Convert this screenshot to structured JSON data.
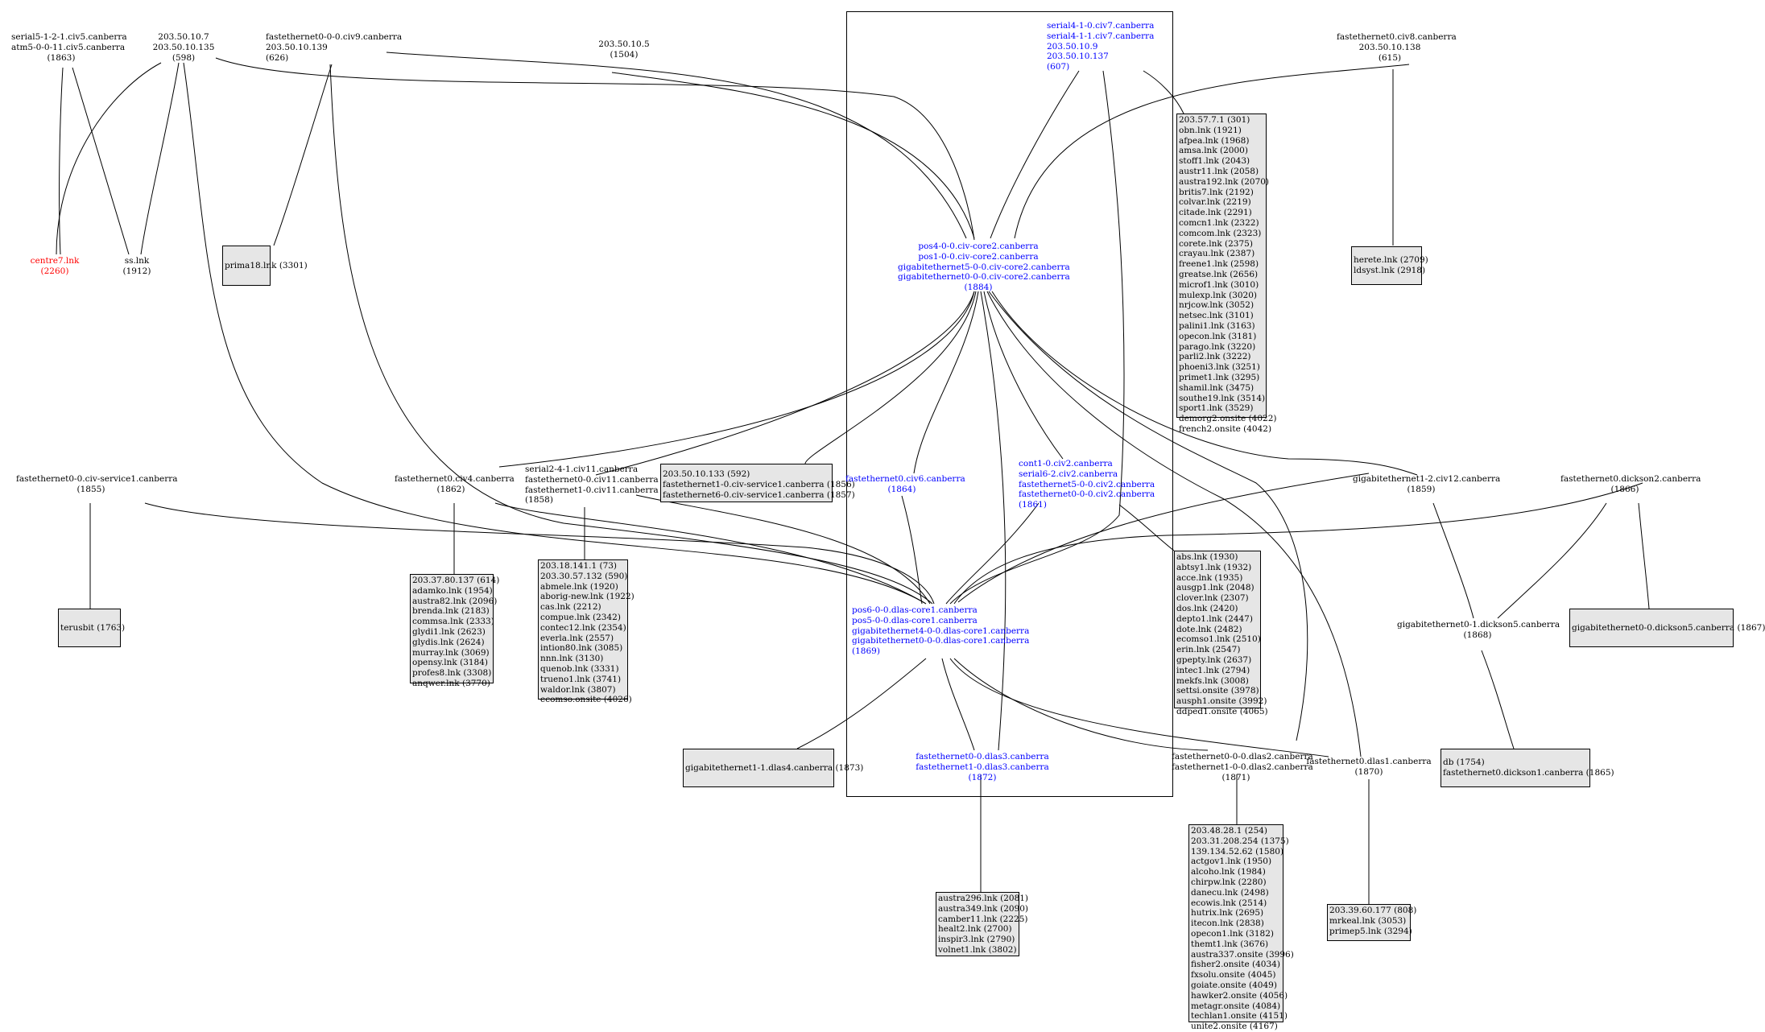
{
  "nodes": {
    "n1863": {
      "lines": [
        "serial5-1-2-1.civ5.canberra",
        "atm5-0-0-11.civ5.canberra",
        "(1863)"
      ]
    },
    "n598": {
      "lines": [
        "203.50.10.7",
        "203.50.10.135",
        "(598)"
      ]
    },
    "n626": {
      "lines": [
        "fastethernet0-0-0.civ9.canberra",
        "203.50.10.139",
        "(626)"
      ]
    },
    "n1504": {
      "lines": [
        "203.50.10.5",
        "(1504)"
      ]
    },
    "n607": {
      "lines": [
        "serial4-1-0.civ7.canberra",
        "serial4-1-1.civ7.canberra",
        "203.50.10.9",
        "203.50.10.137",
        "(607)"
      ]
    },
    "n615": {
      "lines": [
        "fastethernet0.civ8.canberra",
        "203.50.10.138",
        "(615)"
      ]
    },
    "n2260": {
      "lines": [
        "centre7.lnk",
        "(2260)"
      ]
    },
    "n1912": {
      "lines": [
        "ss.lnk",
        "(1912)"
      ]
    },
    "n3301": {
      "lines": [
        "prima18.lnk (3301)"
      ]
    },
    "n1884": {
      "lines": [
        "pos4-0-0.civ-core2.canberra",
        "pos1-0-0.civ-core2.canberra",
        "gigabitethernet5-0-0.civ-core2.canberra",
        "gigabitethernet0-0-0.civ-core2.canberra",
        "(1884)"
      ]
    },
    "box301": {
      "lines": [
        "203.57.7.1 (301)",
        "obn.lnk (1921)",
        "afpea.lnk (1968)",
        "amsa.lnk (2000)",
        "stoff1.lnk (2043)",
        "austr11.lnk (2058)",
        "austra192.lnk (2070)",
        "britis7.lnk (2192)",
        "colvar.lnk (2219)",
        "citade.lnk (2291)",
        "comcn1.lnk (2322)",
        "comcom.lnk (2323)",
        "corete.lnk (2375)",
        "crayau.lnk (2387)",
        "freene1.lnk (2598)",
        "greatse.lnk (2656)",
        "microf1.lnk (3010)",
        "mulexp.lnk (3020)",
        "nrjcow.lnk (3052)",
        "netsec.lnk (3101)",
        "palini1.lnk (3163)",
        "opecon.lnk (3181)",
        "parago.lnk (3220)",
        "parli2.lnk (3222)",
        "phoeni3.lnk (3251)",
        "primet1.lnk (3295)",
        "shamil.lnk (3475)",
        "southe19.lnk (3514)",
        "sport1.lnk (3529)",
        "demorg2.onsite (4022)",
        "french2.onsite (4042)"
      ]
    },
    "box2709": {
      "lines": [
        "herete.lnk (2709)",
        "ldsyst.lnk (2918)"
      ]
    },
    "n1855": {
      "lines": [
        "fastethernet0-0.civ-service1.canberra",
        "(1855)"
      ]
    },
    "n1862": {
      "lines": [
        "fastethernet0.civ4.canberra",
        "(1862)"
      ]
    },
    "n1858": {
      "lines": [
        "serial2-4-1.civ11.canberra",
        "fastethernet0-0.civ11.canberra",
        "fastethernet1-0.civ11.canberra",
        "(1858)"
      ]
    },
    "box592": {
      "lines": [
        "203.50.10.133 (592)",
        "fastethernet1-0.civ-service1.canberra (1856)",
        "fastethernet6-0.civ-service1.canberra (1857)"
      ]
    },
    "n1864": {
      "lines": [
        "fastethernet0.civ6.canberra",
        "(1864)"
      ]
    },
    "n1861": {
      "lines": [
        "cont1-0.civ2.canberra",
        "serial6-2.civ2.canberra",
        "fastethernet5-0-0.civ2.canberra",
        "fastethernet0-0-0.civ2.canberra",
        "(1861)"
      ]
    },
    "n1859": {
      "lines": [
        "gigabitethernet1-2.civ12.canberra",
        "(1859)"
      ]
    },
    "n1866": {
      "lines": [
        "fastethernet0.dickson2.canberra",
        "(1866)"
      ]
    },
    "box1763": {
      "lines": [
        "terusbit (1763)"
      ]
    },
    "box614": {
      "lines": [
        "203.37.80.137 (614)",
        "adamko.lnk (1954)",
        "austra82.lnk (2096)",
        "brenda.lnk (2183)",
        "commsa.lnk (2333)",
        "glydi1.lnk (2623)",
        "glydis.lnk (2624)",
        "murray.lnk (3069)",
        "opensy.lnk (3184)",
        "profes8.lnk (3308)",
        "anqwer.lnk (3770)"
      ]
    },
    "box73": {
      "lines": [
        "203.18.141.1 (73)",
        "203.30.57.132 (590)",
        "abmele.lnk (1920)",
        "aborig-new.lnk (1922)",
        "cas.lnk (2212)",
        "compue.lnk (2342)",
        "contec12.lnk (2354)",
        "everla.lnk (2557)",
        "intion80.lnk (3085)",
        "nnn.lnk (3130)",
        "quenob.lnk (3331)",
        "trueno1.lnk (3741)",
        "waldor.lnk (3807)",
        "ecomso.onsite (4026)"
      ]
    },
    "n1869": {
      "lines": [
        "pos6-0-0.dlas-core1.canberra",
        "pos5-0-0.dlas-core1.canberra",
        "gigabitethernet4-0-0.dlas-core1.canberra",
        "gigabitethernet0-0-0.dlas-core1.canberra",
        "(1869)"
      ]
    },
    "box1930": {
      "lines": [
        "abs.lnk (1930)",
        "abtsy1.lnk (1932)",
        "acce.lnk (1935)",
        "ausgp1.lnk (2048)",
        "clover.lnk (2307)",
        "dos.lnk (2420)",
        "depto1.lnk (2447)",
        "dote.lnk (2482)",
        "ecomso1.lnk (2510)",
        "erin.lnk (2547)",
        "gpepty.lnk (2637)",
        "intec1.lnk (2794)",
        "mekfs.lnk (3008)",
        "settsi.onsite (3978)",
        "ausph1.onsite (3992)",
        "ddped1.onsite (4065)"
      ]
    },
    "n1868": {
      "lines": [
        "gigabitethernet0-1.dickson5.canberra",
        "(1868)"
      ]
    },
    "box1867": {
      "lines": [
        "gigabitethernet0-0.dickson5.canberra (1867)"
      ]
    },
    "box1873": {
      "lines": [
        "gigabitethernet1-1.dlas4.canberra (1873)"
      ]
    },
    "n1872": {
      "lines": [
        "fastethernet0-0.dlas3.canberra",
        "fastethernet1-0.dlas3.canberra",
        "(1872)"
      ]
    },
    "n1871": {
      "lines": [
        "fastethernet0-0-0.dlas2.canberra",
        "fastethernet1-0-0.dlas2.canberra",
        "(1871)"
      ]
    },
    "n1870": {
      "lines": [
        "fastethernet0.dlas1.canberra",
        "(1870)"
      ]
    },
    "box1754": {
      "lines": [
        "db (1754)",
        "fastethernet0.dickson1.canberra (1865)"
      ]
    },
    "box2081": {
      "lines": [
        "austra296.lnk (2081)",
        "austra349.lnk (2090)",
        "camber11.lnk (2225)",
        "healt2.lnk (2700)",
        "inspir3.lnk (2790)",
        "volnet1.lnk (3802)"
      ]
    },
    "box254": {
      "lines": [
        "203.48.28.1 (254)",
        "203.31.208.254 (1375)",
        "139.134.52.62 (1580)",
        "actgov1.lnk (1950)",
        "alcoho.lnk (1984)",
        "chirpw.lnk (2280)",
        "danecu.lnk (2498)",
        "ecowis.lnk (2514)",
        "hutrix.lnk (2695)",
        "itecon.lnk (2838)",
        "opecon1.lnk (3182)",
        "themt1.lnk (3676)",
        "austra337.onsite (3996)",
        "fisher2.onsite (4034)",
        "fxsolu.onsite (4045)",
        "goiate.onsite (4049)",
        "hawker2.onsite (4056)",
        "metagr.onsite (4084)",
        "techlan1.onsite (4151)",
        "unite2.onsite (4167)"
      ]
    },
    "box808": {
      "lines": [
        "203.39.60.177 (808)",
        "mrkeal.lnk (3053)",
        "primep5.lnk (3294)"
      ]
    }
  },
  "colors": {
    "router_label": "#0000ff",
    "alert_label": "#ff0000",
    "box_fill": "#e6e6e6",
    "line": "#000000"
  }
}
